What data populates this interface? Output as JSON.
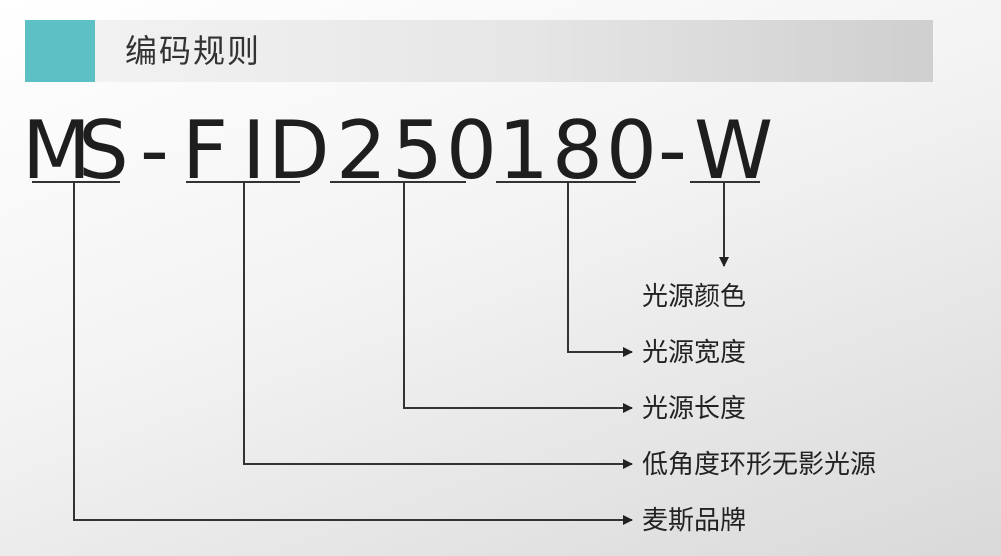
{
  "header": {
    "title": "编码规则",
    "accent_color": "#5cc0c4"
  },
  "code": {
    "segments": [
      "MS",
      "-",
      "FID",
      "250",
      "180",
      "-",
      "W"
    ],
    "characters": [
      "M",
      "S",
      "-",
      "F",
      "I",
      "D",
      "2",
      "5",
      "0",
      "1",
      "8",
      "0",
      "-",
      "W"
    ]
  },
  "labels": {
    "color": "光源颜色",
    "width": "光源宽度",
    "length": "光源长度",
    "type": "低角度环形无影光源",
    "brand": "麦斯品牌"
  }
}
